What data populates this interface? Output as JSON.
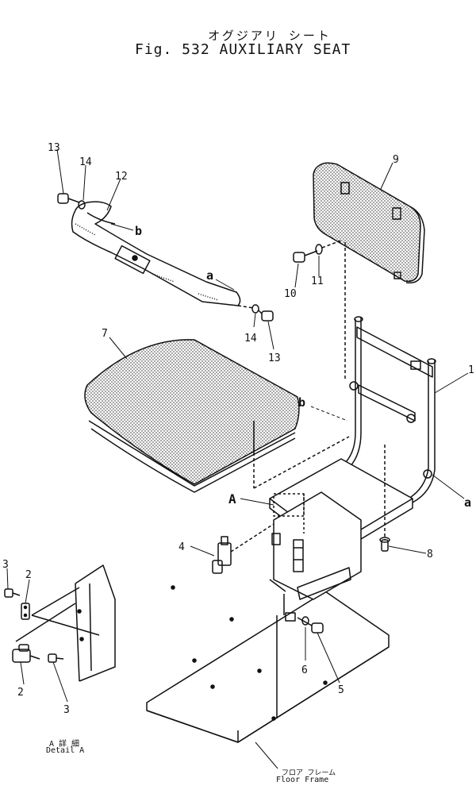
{
  "title": {
    "japanese": "オグジアリ シート",
    "figure": "Fig. 532 AUXILIARY SEAT"
  },
  "callouts": [
    {
      "id": "c13a",
      "text": "13"
    },
    {
      "id": "c14a",
      "text": "14"
    },
    {
      "id": "c12",
      "text": "12"
    },
    {
      "id": "cb1",
      "text": "b"
    },
    {
      "id": "ca1",
      "text": "a"
    },
    {
      "id": "c14b",
      "text": "14"
    },
    {
      "id": "c13b",
      "text": "13"
    },
    {
      "id": "c9",
      "text": "9"
    },
    {
      "id": "c10",
      "text": "10"
    },
    {
      "id": "c11",
      "text": "11"
    },
    {
      "id": "c7",
      "text": "7"
    },
    {
      "id": "c1",
      "text": "1"
    },
    {
      "id": "cb2",
      "text": "b"
    },
    {
      "id": "ca2",
      "text": "a"
    },
    {
      "id": "cA",
      "text": "A"
    },
    {
      "id": "c8",
      "text": "8"
    },
    {
      "id": "c4",
      "text": "4"
    },
    {
      "id": "c3a",
      "text": "3"
    },
    {
      "id": "c2a",
      "text": "2"
    },
    {
      "id": "c6",
      "text": "6"
    },
    {
      "id": "c5",
      "text": "5"
    },
    {
      "id": "c2b",
      "text": "2"
    },
    {
      "id": "c3b",
      "text": "3"
    }
  ],
  "detail": {
    "japanese": "A 詳 細",
    "english": "Detail A"
  },
  "floor": {
    "japanese": "フロア フレーム",
    "english": "Floor Frame"
  }
}
